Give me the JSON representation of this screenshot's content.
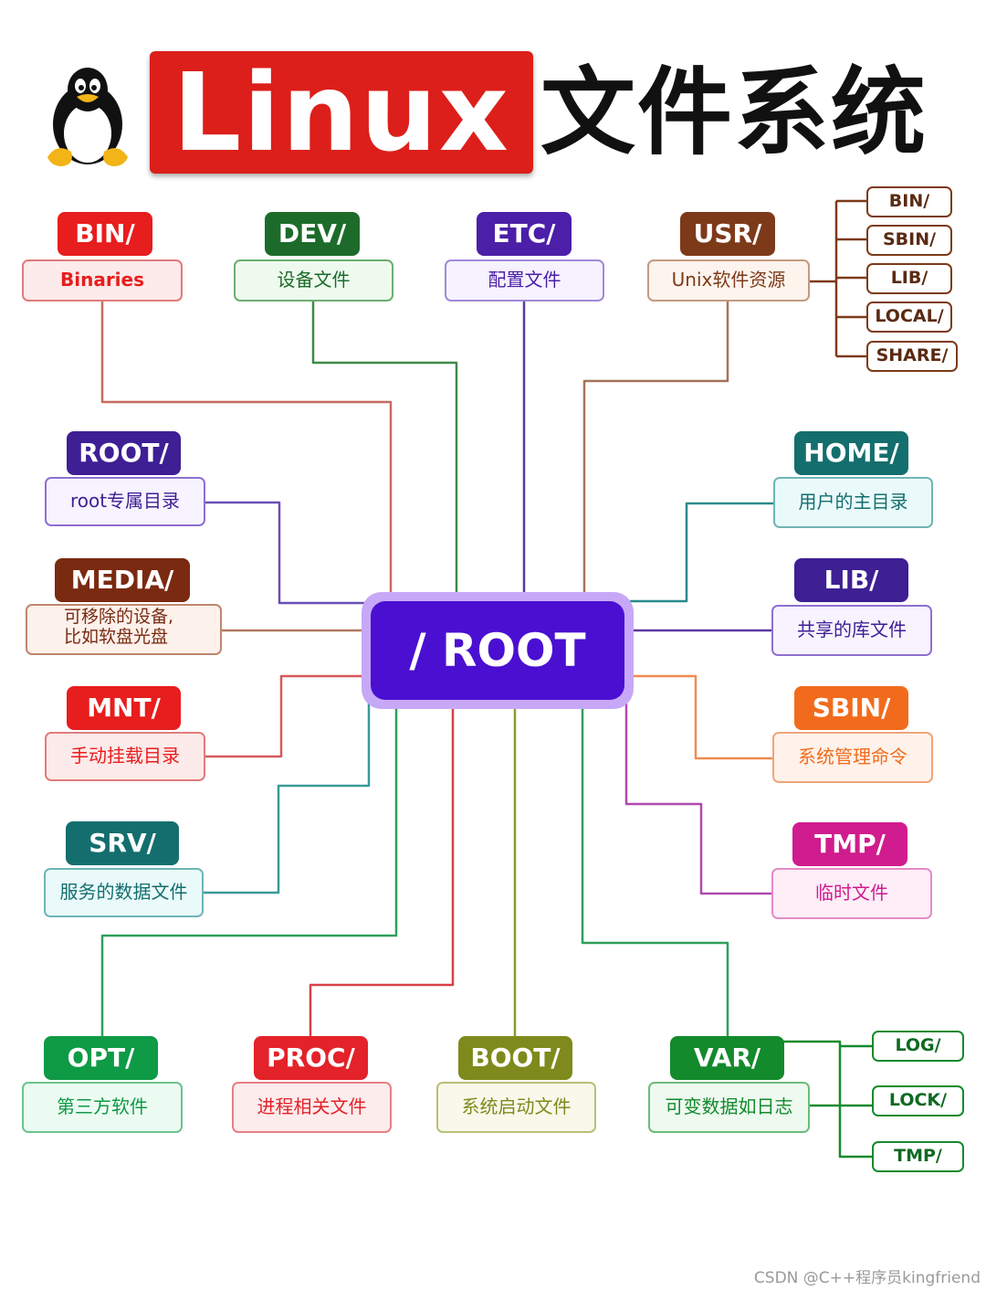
{
  "title": {
    "highlight": "Linux",
    "rest": "文件系统"
  },
  "root": {
    "label": "/ ROOT"
  },
  "nodes": {
    "bin": {
      "tag": "BIN/",
      "desc": "Binaries",
      "tag_color": "#e81d1d",
      "border": "#e07c7c",
      "fill": "#fdeaea"
    },
    "dev": {
      "tag": "DEV/",
      "desc": "设备文件",
      "tag_color": "#1c6b2a",
      "border": "#6cae6f",
      "fill": "#effaef"
    },
    "etc": {
      "tag": "ETC/",
      "desc": "配置文件",
      "tag_color": "#4b1fa8",
      "border": "#a08ad8",
      "fill": "#f6f2ff"
    },
    "usr": {
      "tag": "USR/",
      "desc": "Unix软件资源",
      "tag_color": "#7d3a19",
      "border": "#c39a80",
      "fill": "#fdf4ee"
    },
    "root": {
      "tag": "ROOT/",
      "desc": "root专属目录",
      "tag_color": "#3e1f94",
      "border": "#8f6fd2",
      "fill": "#f7f3ff"
    },
    "media": {
      "tag": "MEDIA/",
      "desc_line1": "可移除的设备,",
      "desc_line2": "比如软盘光盘",
      "tag_color": "#7a2a10",
      "border": "#c0866e",
      "fill": "#fdf1ec"
    },
    "mnt": {
      "tag": "MNT/",
      "desc": "手动挂载目录",
      "tag_color": "#e81d1d",
      "border": "#e07c7c",
      "fill": "#fdeaea"
    },
    "srv": {
      "tag": "SRV/",
      "desc": "服务的数据文件",
      "tag_color": "#146e6e",
      "border": "#6fb5b5",
      "fill": "#eafafa"
    },
    "home": {
      "tag": "HOME/",
      "desc": "用户的主目录",
      "tag_color": "#146e6e",
      "border": "#6fb5b5",
      "fill": "#eafafa"
    },
    "lib": {
      "tag": "LIB/",
      "desc": "共享的库文件",
      "tag_color": "#3e1f94",
      "border": "#8f6fd2",
      "fill": "#f7f3ff"
    },
    "sbin": {
      "tag": "SBIN/",
      "desc": "系统管理命令",
      "tag_color": "#f26b1d",
      "border": "#f0a47a",
      "fill": "#fff2ea"
    },
    "tmp": {
      "tag": "TMP/",
      "desc": "临时文件",
      "tag_color": "#d01c8e",
      "border": "#e58ac6",
      "fill": "#fdeef8"
    },
    "opt": {
      "tag": "OPT/",
      "desc": "第三方软件",
      "tag_color": "#0f9a46",
      "border": "#6cc38d",
      "fill": "#ecfbf2"
    },
    "proc": {
      "tag": "PROC/",
      "desc": "进程相关文件",
      "tag_color": "#e3222a",
      "border": "#e58084",
      "fill": "#fdecec"
    },
    "boot": {
      "tag": "BOOT/",
      "desc": "系统启动文件",
      "tag_color": "#7e8a1c",
      "border": "#b9c077",
      "fill": "#f8f9ea"
    },
    "var": {
      "tag": "VAR/",
      "desc": "可变数据如日志",
      "tag_color": "#138a2c",
      "border": "#6dbb7d",
      "fill": "#eef9f0"
    }
  },
  "usr_children": [
    "BIN/",
    "SBIN/",
    "LIB/",
    "LOCAL/",
    "SHARE/"
  ],
  "var_children": [
    "LOG/",
    "LOCK/",
    "TMP/"
  ],
  "colors": {
    "usr_child_border": "#7d3a19",
    "usr_child_text": "#5a2a12",
    "var_child_border": "#138a2c",
    "var_child_text": "#0e6a22"
  },
  "footer": "CSDN @C++程序员kingfriend"
}
